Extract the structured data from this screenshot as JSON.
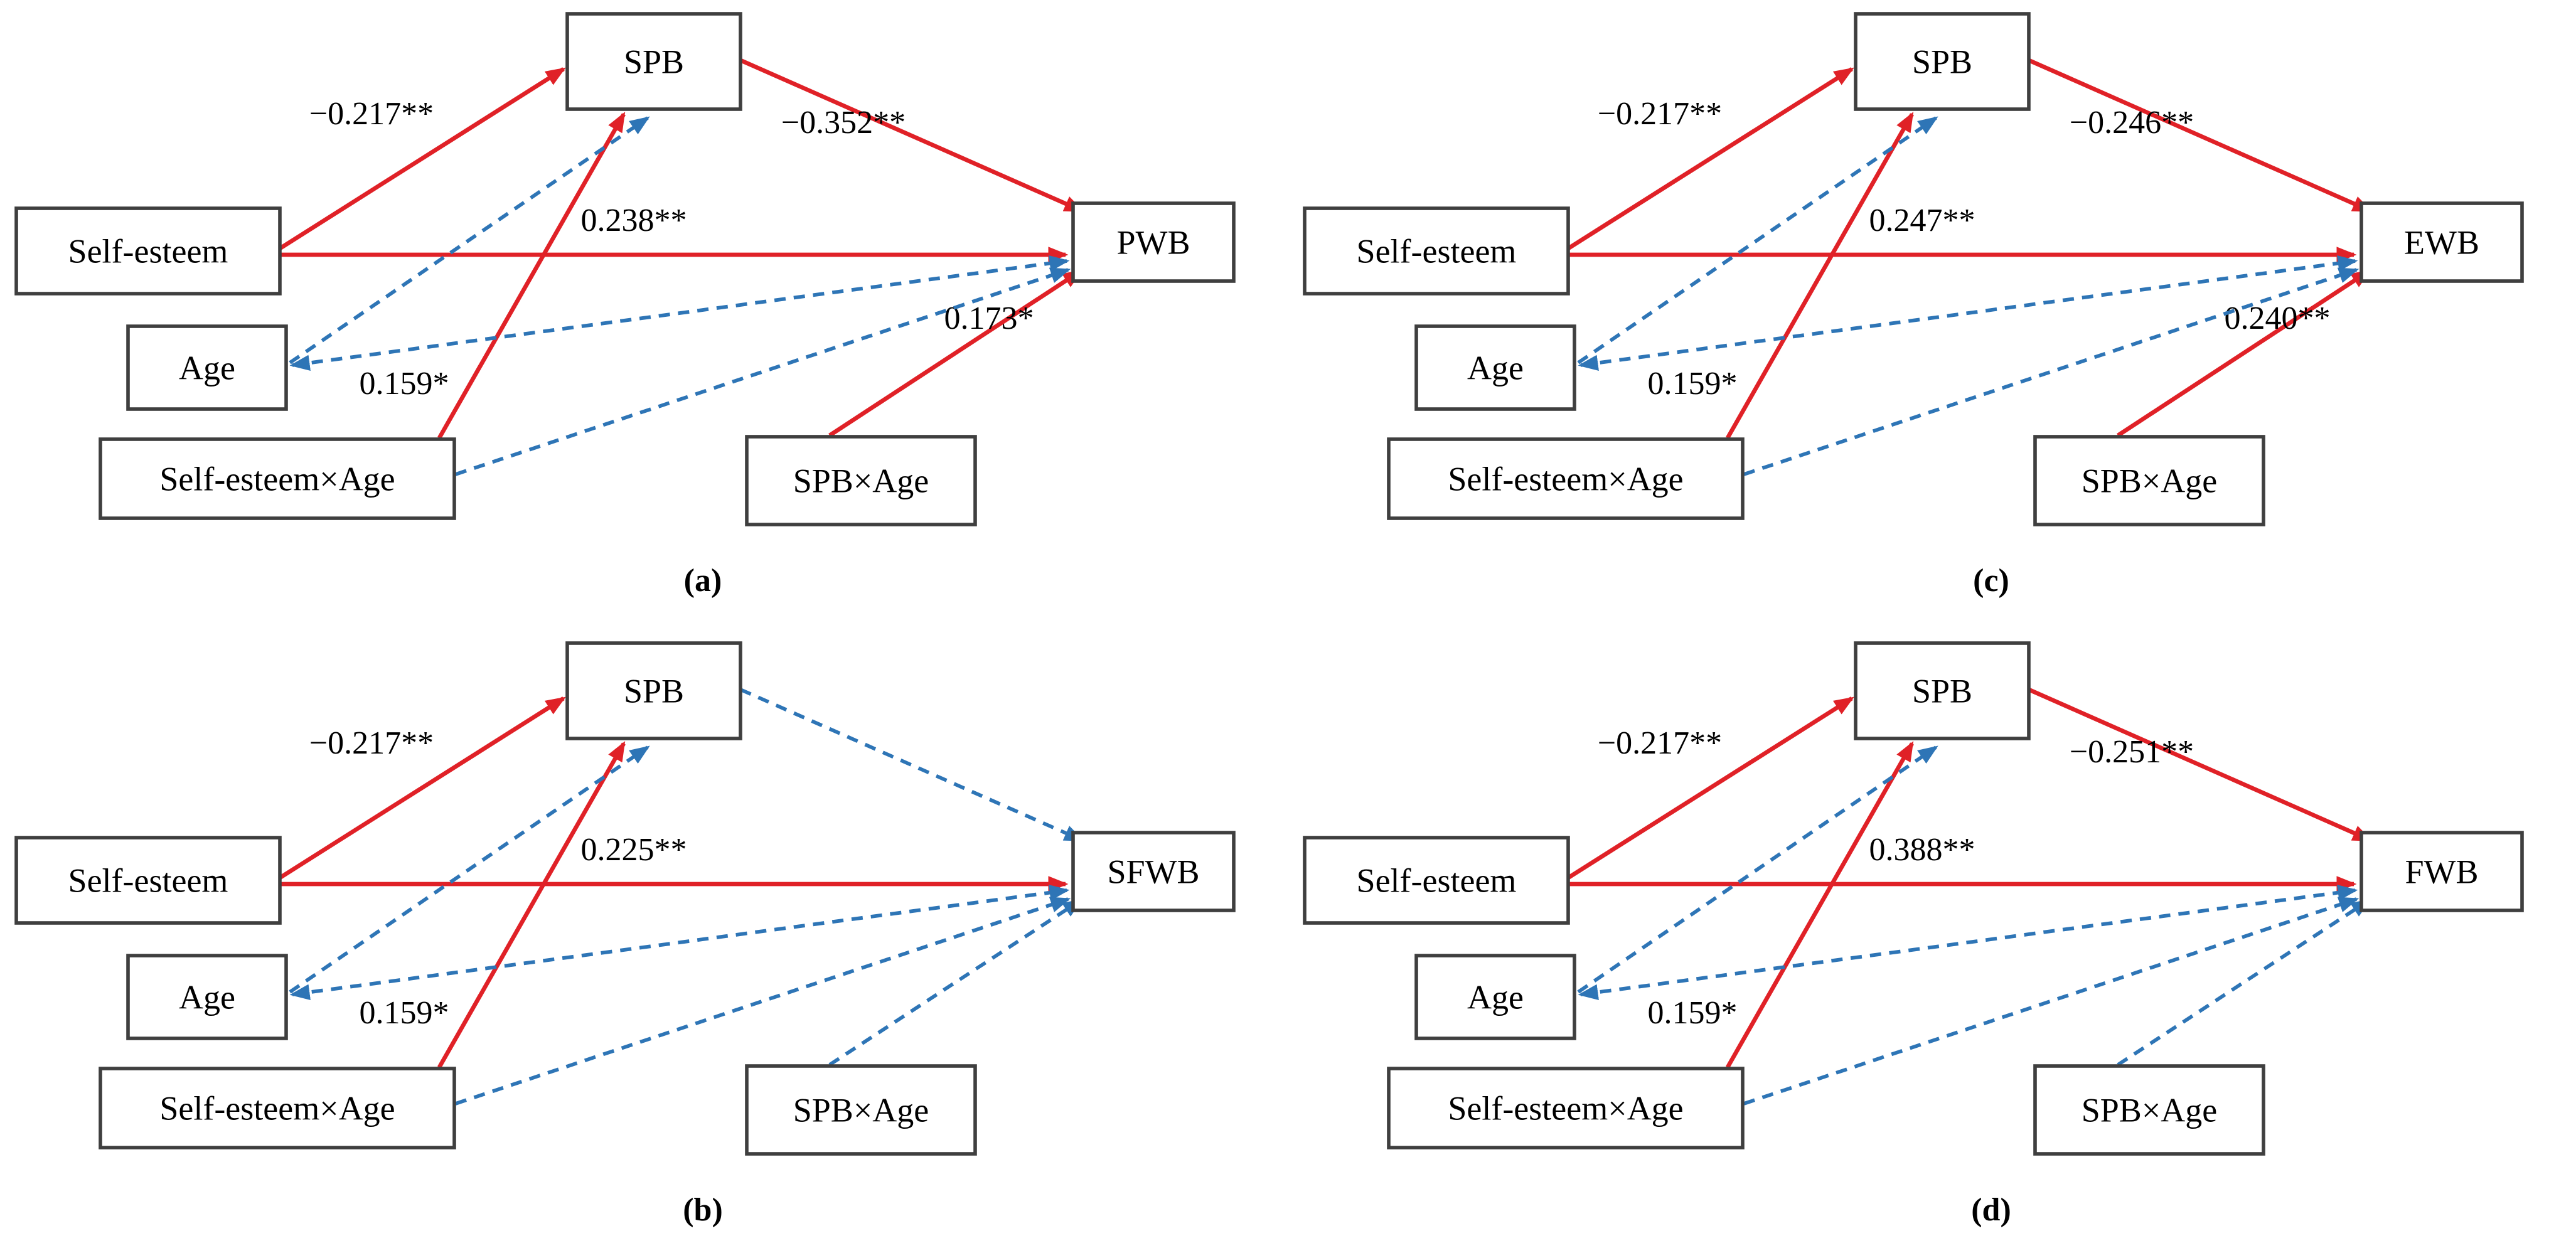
{
  "figure": {
    "type": "path-diagram",
    "description_visible_text_only": true,
    "colors": {
      "solid_path": "#e02127",
      "dashed_path": "#2e75b6",
      "box_border": "#3f3f3f",
      "box_fill": "#ffffff",
      "text": "#000000",
      "background": "#ffffff"
    },
    "panels": [
      {
        "id": "a",
        "caption": "(a)",
        "nodes": {
          "spb": "SPB",
          "self_esteem": "Self-esteem",
          "age": "Age",
          "se_age": "Self-esteem×Age",
          "spb_age": "SPB×Age",
          "outcome": "PWB"
        },
        "edges": [
          {
            "path": "se_spb",
            "style": "solid",
            "label": "−0.217**"
          },
          {
            "path": "spb_out",
            "style": "solid",
            "label": "−0.352**"
          },
          {
            "path": "se_out",
            "style": "solid",
            "label": "0.238**"
          },
          {
            "path": "sexage_spb",
            "style": "solid",
            "label": "0.159*"
          },
          {
            "path": "spbxage_out",
            "style": "solid",
            "label": "0.173*"
          },
          {
            "path": "age_spb",
            "style": "dashed",
            "label": ""
          },
          {
            "path": "age_out",
            "style": "dashed",
            "label": ""
          },
          {
            "path": "sexage_out",
            "style": "dashed",
            "label": ""
          }
        ]
      },
      {
        "id": "c",
        "caption": "(c)",
        "nodes": {
          "spb": "SPB",
          "self_esteem": "Self-esteem",
          "age": "Age",
          "se_age": "Self-esteem×Age",
          "spb_age": "SPB×Age",
          "outcome": "EWB"
        },
        "edges": [
          {
            "path": "se_spb",
            "style": "solid",
            "label": "−0.217**"
          },
          {
            "path": "spb_out",
            "style": "solid",
            "label": "−0.246**"
          },
          {
            "path": "se_out",
            "style": "solid",
            "label": "0.247**"
          },
          {
            "path": "sexage_spb",
            "style": "solid",
            "label": "0.159*"
          },
          {
            "path": "spbxage_out",
            "style": "solid",
            "label": "0.240**"
          },
          {
            "path": "age_spb",
            "style": "dashed",
            "label": ""
          },
          {
            "path": "age_out",
            "style": "dashed",
            "label": ""
          },
          {
            "path": "sexage_out",
            "style": "dashed",
            "label": ""
          }
        ]
      },
      {
        "id": "b",
        "caption": "(b)",
        "nodes": {
          "spb": "SPB",
          "self_esteem": "Self-esteem",
          "age": "Age",
          "se_age": "Self-esteem×Age",
          "spb_age": "SPB×Age",
          "outcome": "SFWB"
        },
        "edges": [
          {
            "path": "se_spb",
            "style": "solid",
            "label": "−0.217**"
          },
          {
            "path": "spb_out",
            "style": "dashed",
            "label": ""
          },
          {
            "path": "se_out",
            "style": "solid",
            "label": "0.225**"
          },
          {
            "path": "sexage_spb",
            "style": "solid",
            "label": "0.159*"
          },
          {
            "path": "spbxage_out",
            "style": "dashed",
            "label": ""
          },
          {
            "path": "age_spb",
            "style": "dashed",
            "label": ""
          },
          {
            "path": "age_out",
            "style": "dashed",
            "label": ""
          },
          {
            "path": "sexage_out",
            "style": "dashed",
            "label": ""
          }
        ]
      },
      {
        "id": "d",
        "caption": "(d)",
        "nodes": {
          "spb": "SPB",
          "self_esteem": "Self-esteem",
          "age": "Age",
          "se_age": "Self-esteem×Age",
          "spb_age": "SPB×Age",
          "outcome": "FWB"
        },
        "edges": [
          {
            "path": "se_spb",
            "style": "solid",
            "label": "−0.217**"
          },
          {
            "path": "spb_out",
            "style": "solid",
            "label": "−0.251**"
          },
          {
            "path": "se_out",
            "style": "solid",
            "label": "0.388**"
          },
          {
            "path": "sexage_spb",
            "style": "solid",
            "label": "0.159*"
          },
          {
            "path": "spbxage_out",
            "style": "dashed",
            "label": ""
          },
          {
            "path": "age_spb",
            "style": "dashed",
            "label": ""
          },
          {
            "path": "age_out",
            "style": "dashed",
            "label": ""
          },
          {
            "path": "sexage_out",
            "style": "dashed",
            "label": ""
          }
        ]
      }
    ]
  }
}
